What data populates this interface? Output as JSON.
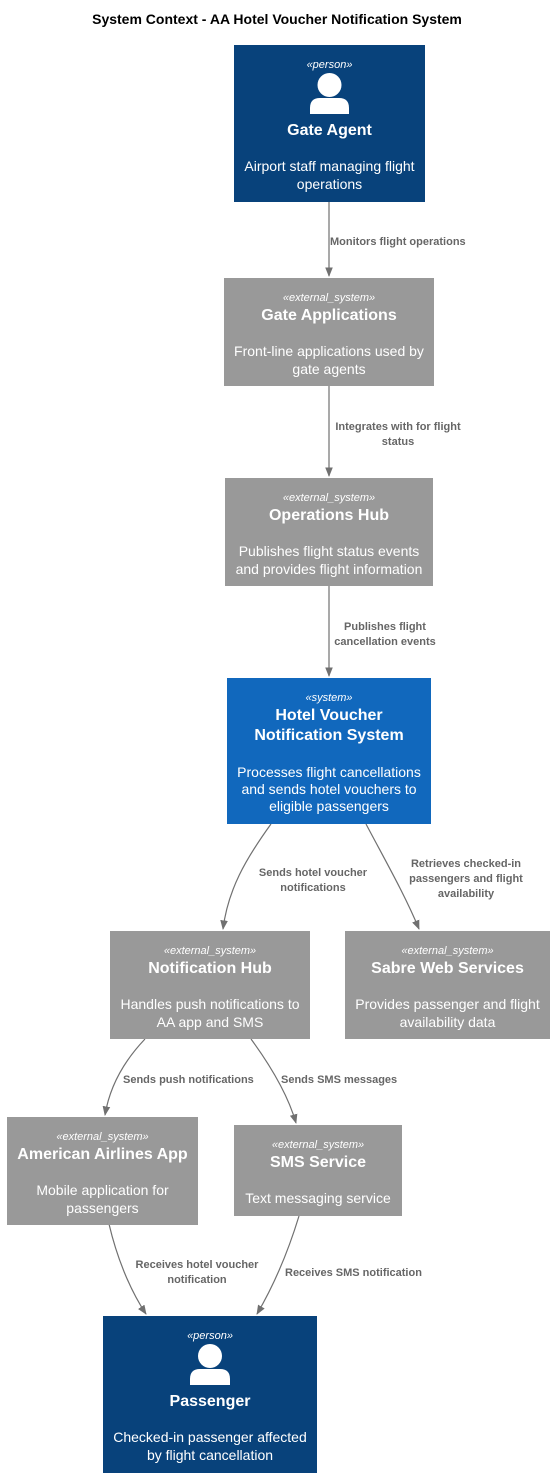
{
  "title": "System Context - AA Hotel Voucher Notification System",
  "colors": {
    "person": "#08427B",
    "system": "#1168BD",
    "external_system": "#999999",
    "edge": "#707070",
    "edge_label": "#666666"
  },
  "nodes": {
    "gate_agent": {
      "stereotype": "«person»",
      "name": [
        "Gate Agent"
      ],
      "description": [
        "Airport staff managing flight",
        "operations"
      ]
    },
    "gate_apps": {
      "stereotype": "«external_system»",
      "name": [
        "Gate Applications"
      ],
      "description": [
        "Front-line applications used by",
        "gate agents"
      ]
    },
    "ops_hub": {
      "stereotype": "«external_system»",
      "name": [
        "Operations Hub"
      ],
      "description": [
        "Publishes flight status events",
        "and provides flight information"
      ]
    },
    "hvns": {
      "stereotype": "«system»",
      "name": [
        "Hotel Voucher",
        "Notification System"
      ],
      "description": [
        "Processes flight cancellations",
        "and sends hotel vouchers to",
        "eligible passengers"
      ]
    },
    "notif_hub": {
      "stereotype": "«external_system»",
      "name": [
        "Notification Hub"
      ],
      "description": [
        "Handles push notifications to",
        "AA app and SMS"
      ]
    },
    "sabre": {
      "stereotype": "«external_system»",
      "name": [
        "Sabre Web Services"
      ],
      "description": [
        "Provides passenger and flight",
        "availability data"
      ]
    },
    "aa_app": {
      "stereotype": "«external_system»",
      "name": [
        "American Airlines App"
      ],
      "description": [
        "Mobile application for",
        "passengers"
      ]
    },
    "sms": {
      "stereotype": "«external_system»",
      "name": [
        "SMS Service"
      ],
      "description": [
        "Text messaging service"
      ]
    },
    "passenger": {
      "stereotype": "«person»",
      "name": [
        "Passenger"
      ],
      "description": [
        "Checked-in passenger affected",
        "by flight cancellation"
      ]
    }
  },
  "edges": {
    "e1": [
      "Monitors flight operations"
    ],
    "e2": [
      "Integrates with for flight",
      "status"
    ],
    "e3": [
      "Publishes flight",
      "cancellation events"
    ],
    "e4": [
      "Sends hotel voucher",
      "notifications"
    ],
    "e5": [
      "Retrieves checked-in",
      "passengers and flight",
      "availability"
    ],
    "e6": [
      "Sends push notifications"
    ],
    "e7": [
      "Sends SMS messages"
    ],
    "e8": [
      "Receives hotel voucher",
      "notification"
    ],
    "e9": [
      "Receives SMS notification"
    ]
  }
}
